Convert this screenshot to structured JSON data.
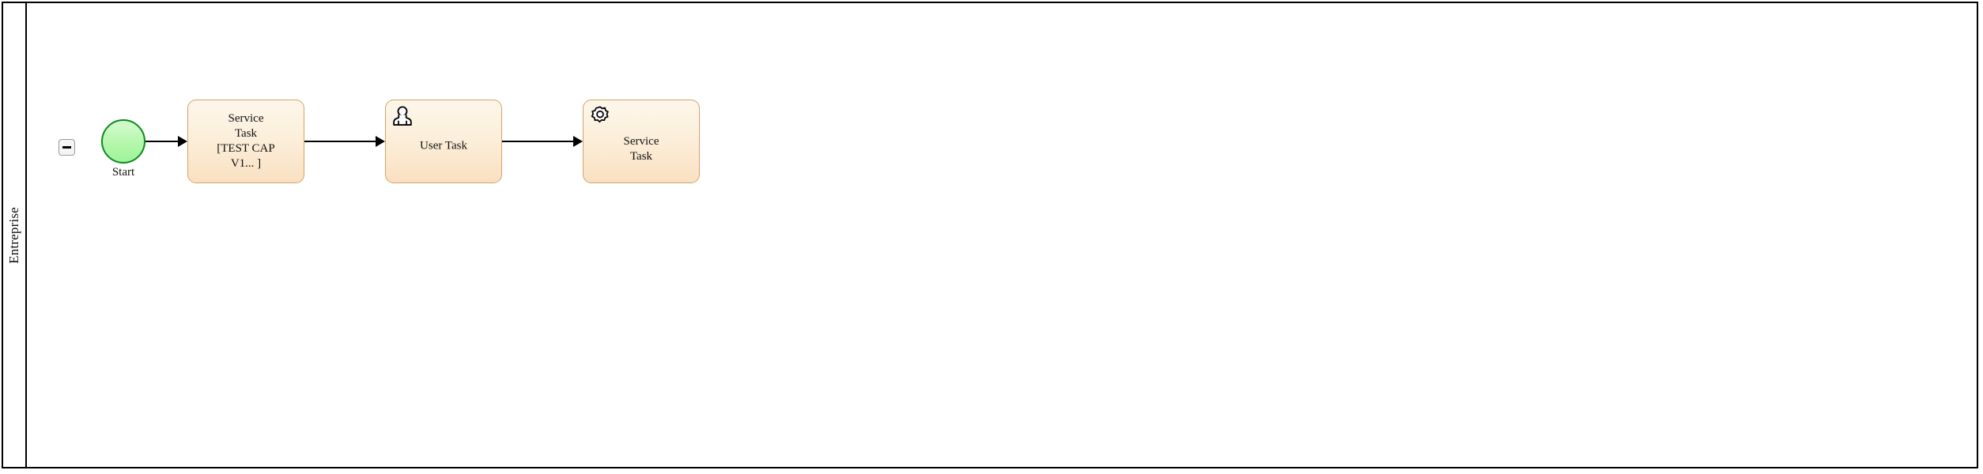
{
  "diagram": {
    "type": "bpmn-process",
    "pool": {
      "lane": {
        "name": "Entreprise",
        "collapse_button_icon": "minus-icon",
        "collapse_state": "expanded"
      }
    },
    "nodes": [
      {
        "id": "start",
        "kind": "start-event",
        "label": "Start",
        "shape": "circle",
        "fill": "#b5f7ab",
        "stroke": "#0a8a1f",
        "icon": null
      },
      {
        "id": "task-service-1",
        "kind": "service-task",
        "label": "Service\nTask\n[TEST CAP\nV1... ]",
        "shape": "rounded-rect",
        "fill": "#fcefdb",
        "stroke": "#d3a469",
        "icon": null
      },
      {
        "id": "task-user",
        "kind": "user-task",
        "label": "User Task",
        "shape": "rounded-rect",
        "fill": "#fcefdb",
        "stroke": "#d3a469",
        "icon": "user-icon"
      },
      {
        "id": "task-service-2",
        "kind": "service-task",
        "label": "Service\nTask",
        "shape": "rounded-rect",
        "fill": "#fcefdb",
        "stroke": "#d3a469",
        "icon": "gear-icon"
      }
    ],
    "flows": [
      {
        "id": "flow-1",
        "from": "start",
        "to": "task-service-1",
        "label": ""
      },
      {
        "id": "flow-2",
        "from": "task-service-1",
        "to": "task-user",
        "label": ""
      },
      {
        "id": "flow-3",
        "from": "task-user",
        "to": "task-service-2",
        "label": ""
      }
    ],
    "colors": {
      "frame": "#000000",
      "task_fill_top": "#fdf7ea",
      "task_fill_bottom": "#fae0c2",
      "task_stroke": "#d3a469",
      "start_fill": "#b5f7ab",
      "start_stroke": "#0a8a1f",
      "flow_stroke": "#000000",
      "canvas": "#ffffff"
    }
  }
}
